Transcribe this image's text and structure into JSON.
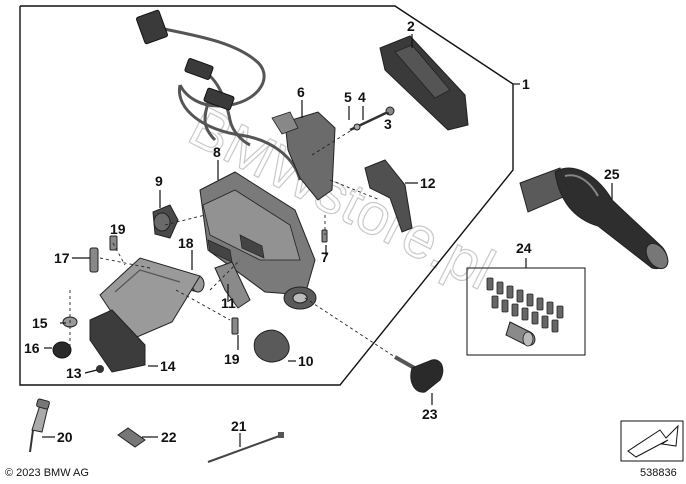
{
  "labels": {
    "l1": "1",
    "l2": "2",
    "l3": "3",
    "l4": "4",
    "l5": "5",
    "l6": "6",
    "l7": "7",
    "l8": "8",
    "l9": "9",
    "l10": "10",
    "l11": "11",
    "l12": "12",
    "l13": "13",
    "l14": "14",
    "l15": "15",
    "l16": "16",
    "l17": "17",
    "l18": "18",
    "l19a": "19",
    "l19b": "19",
    "l20": "20",
    "l21": "21",
    "l22": "22",
    "l23": "23",
    "l24": "24",
    "l25": "25"
  },
  "copyright": "© 2023 BMW AG",
  "diagram_number": "538836",
  "watermark": "BMWstore.pl"
}
